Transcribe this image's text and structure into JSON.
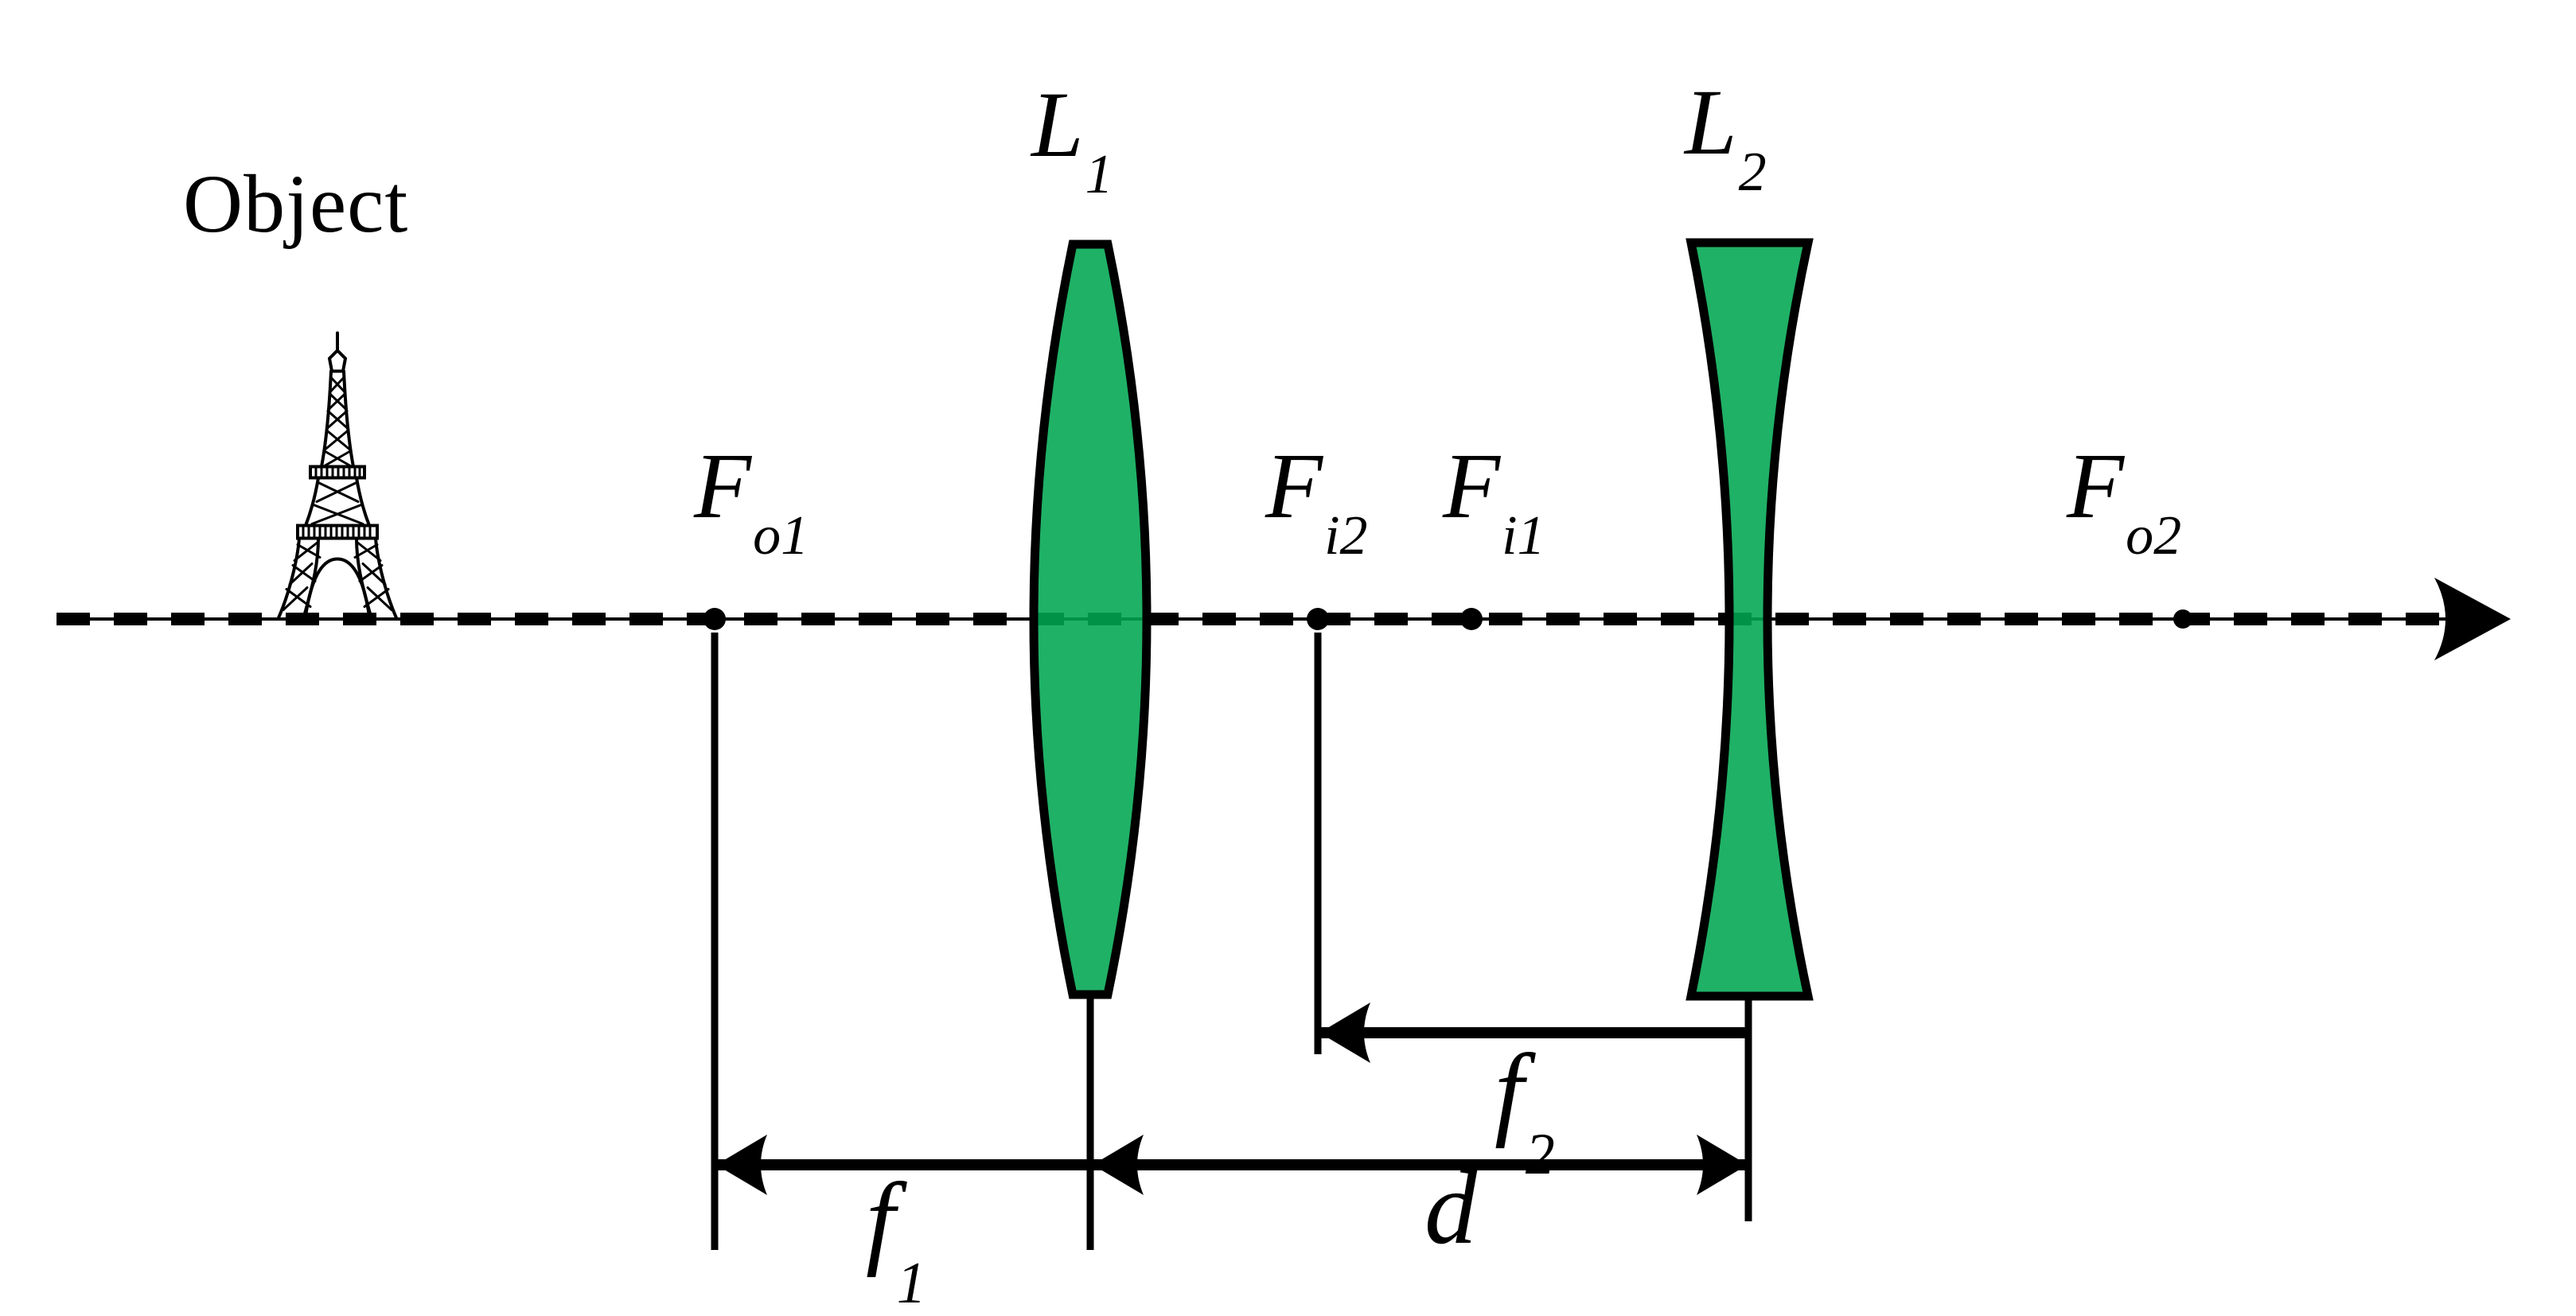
{
  "figure": {
    "object_label": "Object",
    "lens1": {
      "main": "L",
      "sub": "1"
    },
    "lens2": {
      "main": "L",
      "sub": "2"
    },
    "focal_points": [
      {
        "id": "Fo1",
        "main": "F",
        "sub": "o1"
      },
      {
        "id": "Fi2",
        "main": "F",
        "sub": "i2"
      },
      {
        "id": "Fi1",
        "main": "F",
        "sub": "i1"
      },
      {
        "id": "Fo2",
        "main": "F",
        "sub": "o2"
      }
    ],
    "dimensions": {
      "f1": {
        "main": "f",
        "sub": "1"
      },
      "f2": {
        "main": "f",
        "sub": "2"
      },
      "d": {
        "main": "d",
        "sub": ""
      }
    },
    "icons": {
      "object_icon": "eiffel-tower-icon",
      "axis_arrow": "right-arrowhead-icon",
      "dim_arrows": "dimension-arrowhead-icon"
    },
    "colors": {
      "lens_fill": "#00a651",
      "line": "#000000",
      "background": "#ffffff"
    }
  }
}
